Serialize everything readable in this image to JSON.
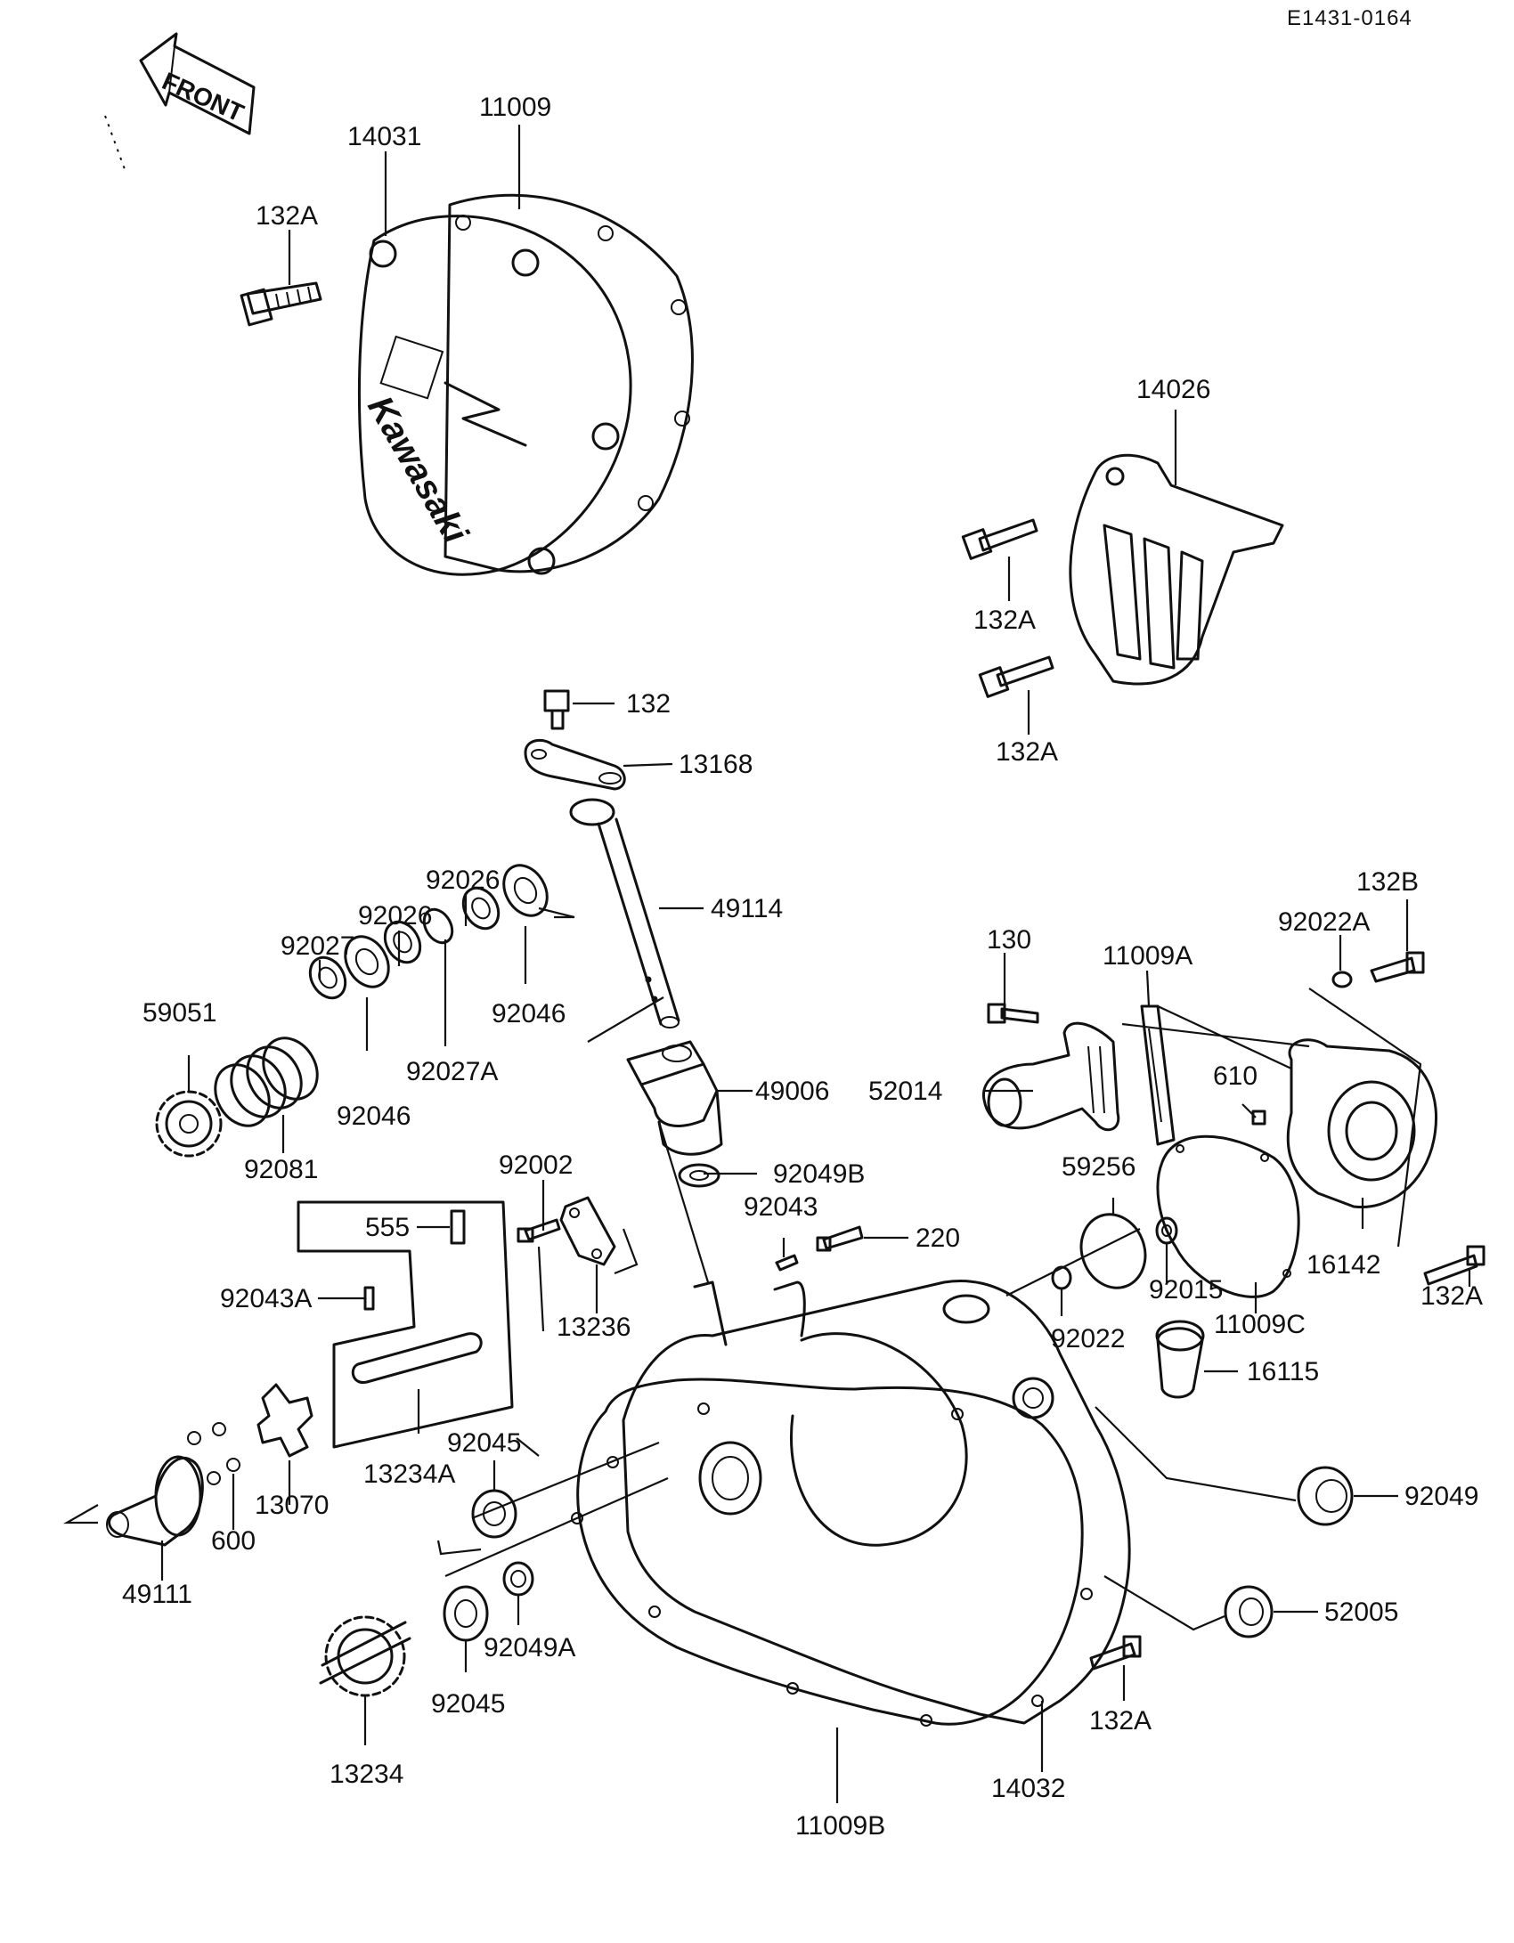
{
  "diagram": {
    "drawing_code": "E1431-0164",
    "direction_label": "FRONT",
    "brand_text": "Kawasaki",
    "callouts": {
      "c132A_top": "132A",
      "c14031": "14031",
      "c11009": "11009",
      "c14026": "14026",
      "c132A_r1": "132A",
      "c132A_r2": "132A",
      "c132": "132",
      "c13168": "13168",
      "c92026_a": "92026",
      "c92026_b": "92026",
      "c92027": "92027",
      "c59051": "59051",
      "c49114": "49114",
      "c92046_a": "92046",
      "c92027A": "92027A",
      "c92046_b": "92046",
      "c92081": "92081",
      "c49006": "49006",
      "c130": "130",
      "c11009A": "11009A",
      "c132B": "132B",
      "c92022A": "92022A",
      "c52014": "52014",
      "c610": "610",
      "c92002": "92002",
      "c555": "555",
      "c92049B": "92049B",
      "c59256": "59256",
      "c92043": "92043",
      "c220": "220",
      "c92043A": "92043A",
      "c13236": "13236",
      "c92015": "92015",
      "c16142": "16142",
      "c11009C": "11009C",
      "c132A_c": "132A",
      "c92022": "92022",
      "c16115": "16115",
      "c92045_a": "92045",
      "c13070": "13070",
      "c13234A": "13234A",
      "c600": "600",
      "c92049": "92049",
      "c49111": "49111",
      "c52005": "52005",
      "c92049A": "92049A",
      "c92045_b": "92045",
      "c132A_d": "132A",
      "c13234": "13234",
      "c14032": "14032",
      "c11009B": "11009B"
    }
  }
}
